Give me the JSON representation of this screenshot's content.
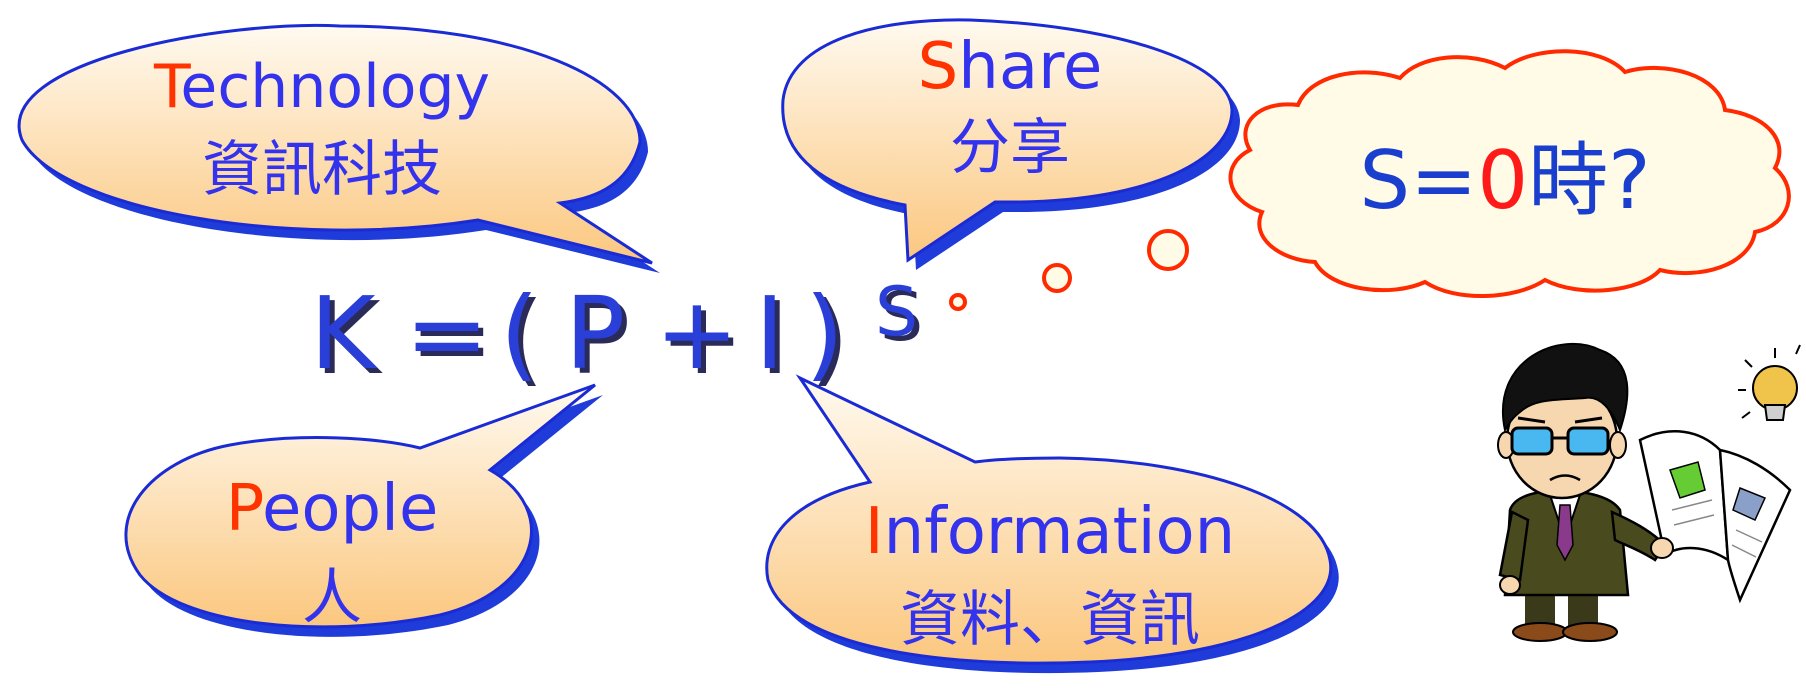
{
  "colors": {
    "text_blue": "#3333ee",
    "first_letter_red": "#ff3300",
    "bubble_outline": "#1a2bd6",
    "bubble_shadow": "#1f3bd9",
    "bubble_fill_top": "#fffaf0",
    "bubble_fill_bottom": "#fbc77f",
    "cloud_outline": "#ff2a00",
    "cloud_fill": "#fffbe6",
    "formula_blue": "#2a3fd8",
    "formula_shadow": "#2b2b5a",
    "cloud_blue": "#1a3fcf",
    "cloud_red": "#ff1a1a"
  },
  "formula": {
    "K": "K",
    "eq": "=",
    "lparen": "(",
    "P": "P",
    "plus": "+",
    "I": "I",
    "rparen": ")",
    "exp": "S"
  },
  "bubbles": {
    "technology": {
      "first": "T",
      "rest": "echnology",
      "zh": "資訊科技"
    },
    "share": {
      "first": "S",
      "rest": "hare",
      "zh": "分享"
    },
    "people": {
      "first": "P",
      "rest": "eople",
      "zh": "人"
    },
    "information": {
      "first": "I",
      "rest": "nformation",
      "zh": "資料、資訊"
    }
  },
  "thought": {
    "s": "S",
    "eq": "=",
    "zero": "0",
    "rest": "時?"
  },
  "icons": {
    "character": "man-reading-book-icon",
    "bulb": "lightbulb-icon"
  }
}
